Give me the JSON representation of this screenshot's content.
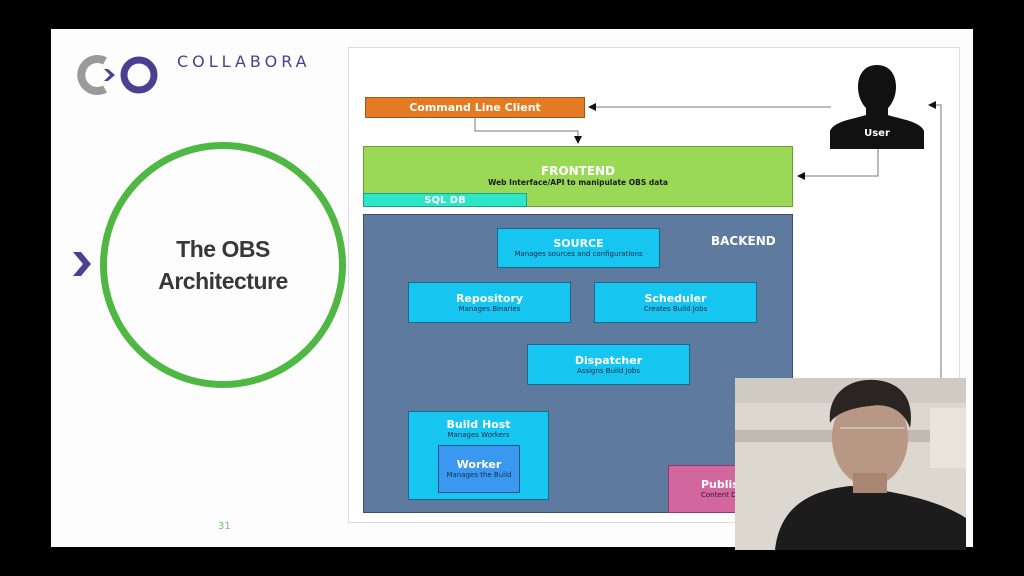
{
  "brand": {
    "name": "COLLABORA",
    "logo": "collabora-logo"
  },
  "slide": {
    "title_line1": "The OBS",
    "title_line2": "Architecture",
    "page_number": "31",
    "colors": {
      "accent_green": "#4fb843",
      "brand_purple": "#4b3f92"
    }
  },
  "diagram": {
    "command_line_client": {
      "title": "Command Line Client"
    },
    "user": {
      "label": "User",
      "icon": "user-silhouette-icon"
    },
    "frontend": {
      "title": "FRONTEND",
      "subtitle": "Web Interface/API to manipulate OBS data"
    },
    "sql_db": {
      "title": "SQL DB"
    },
    "backend": {
      "label": "BACKEND",
      "components": {
        "source": {
          "title": "SOURCE",
          "subtitle": "Manages sources and configurations"
        },
        "repository": {
          "title": "Repository",
          "subtitle": "Manages Binaries"
        },
        "scheduler": {
          "title": "Scheduler",
          "subtitle": "Creates Build Jobs"
        },
        "dispatcher": {
          "title": "Dispatcher",
          "subtitle": "Assigns Build Jobs"
        },
        "build_host": {
          "title": "Build Host",
          "subtitle": "Manages Workers"
        },
        "worker": {
          "title": "Worker",
          "subtitle": "Manages the Build"
        },
        "publish": {
          "title": "Publish",
          "subtitle": "Content Del"
        }
      }
    }
  },
  "webcam": {
    "label": "presenter-video"
  }
}
